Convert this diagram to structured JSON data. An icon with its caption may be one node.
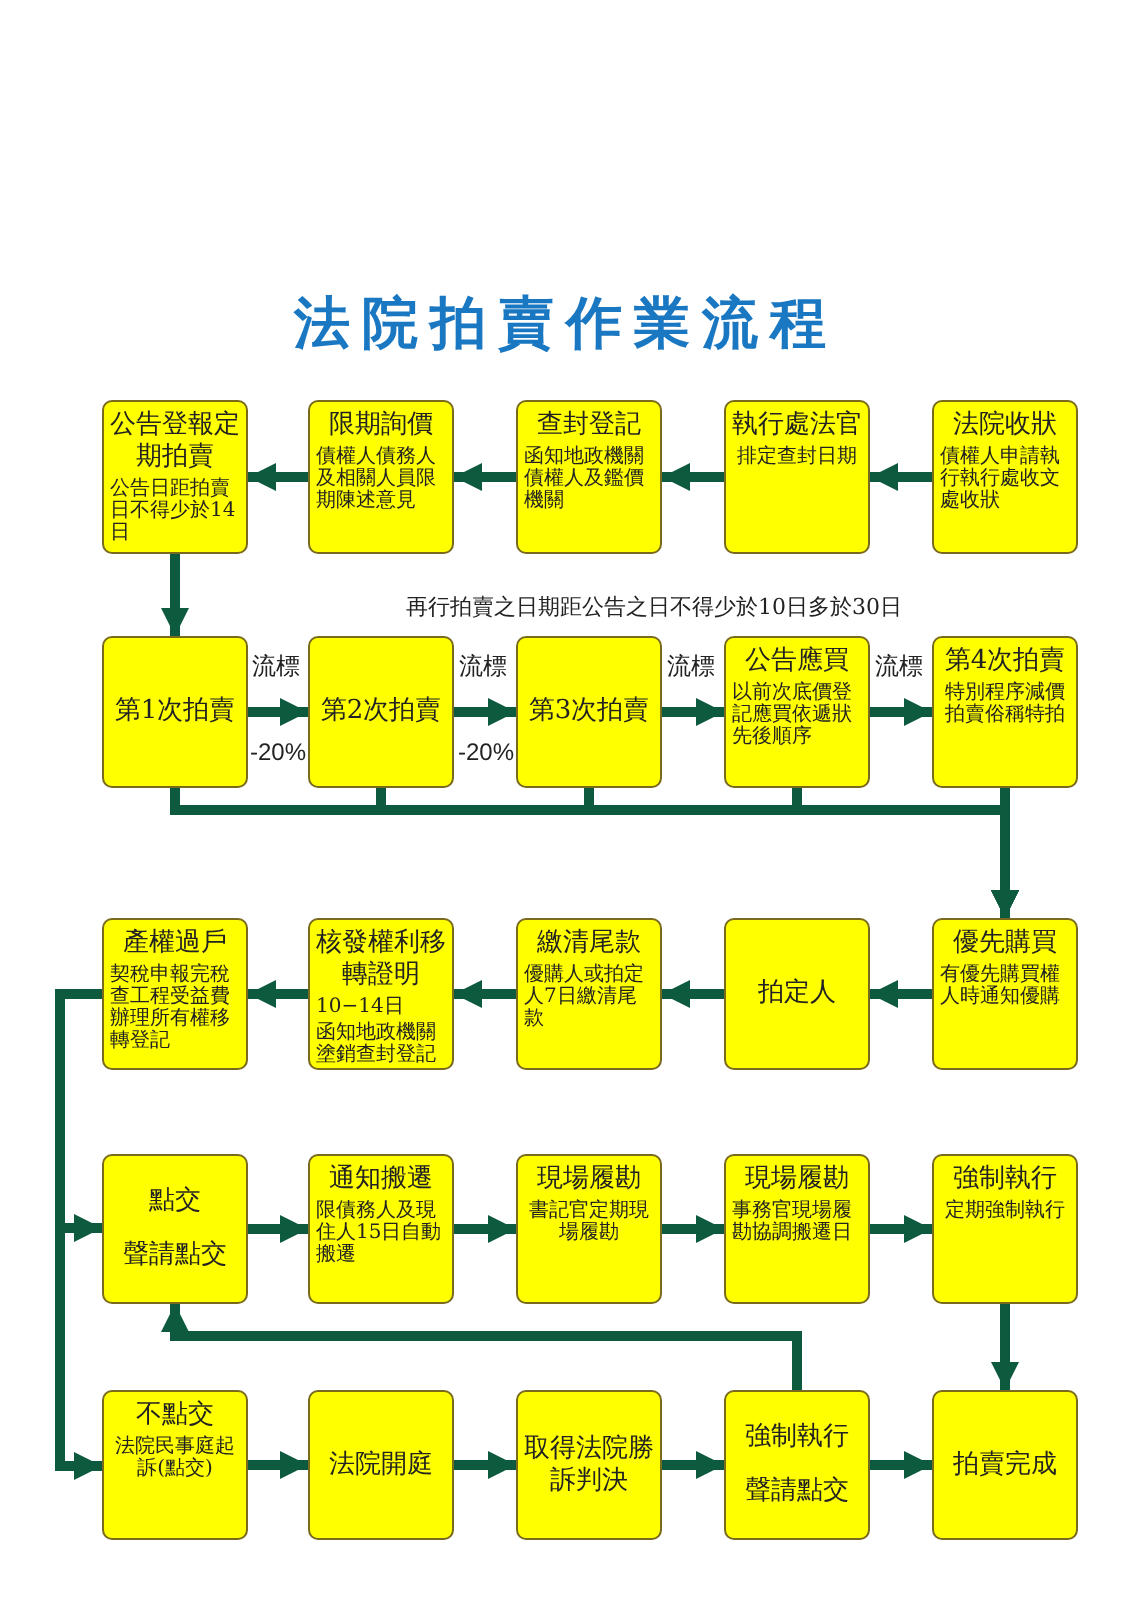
{
  "diagram": {
    "title": "法院拍賣作業流程",
    "nodes": [
      {
        "text": [
          "公告登報定期拍賣",
          "公告日距拍賣日不得少於14日"
        ]
      },
      {
        "text": [
          "限期詢價",
          "債權人債務人及相關人員限期陳述意見"
        ]
      },
      {
        "text": [
          "查封登記",
          "函知地政機關債權人及鑑價機關"
        ]
      },
      {
        "text": [
          "執行處法官",
          "排定查封日期"
        ]
      },
      {
        "text": [
          "法院收狀",
          "債權人申請執行執行處收文處收狀"
        ]
      },
      {
        "text": [
          "第1次拍賣"
        ]
      },
      {
        "text": [
          "第2次拍賣"
        ]
      },
      {
        "text": [
          "第3次拍賣"
        ]
      },
      {
        "text": [
          "公告應買",
          "以前次底價登記應買依遞狀先後順序"
        ]
      },
      {
        "text": [
          "第4次拍賣",
          "特別程序減價拍賣俗稱特拍"
        ]
      },
      {
        "text": [
          "產權過戶",
          "契稅申報完稅查工程受益費辦理所有權移轉登記"
        ]
      },
      {
        "text": [
          "核發權利移轉證明",
          "10−14日",
          "函知地政機關塗銷查封登記"
        ]
      },
      {
        "text": [
          "繳清尾款",
          "優購人或拍定人7日繳清尾款"
        ]
      },
      {
        "text": [
          "拍定人"
        ]
      },
      {
        "text": [
          "優先購買",
          "有優先購買權人時通知優購"
        ]
      },
      {
        "text": [
          "點交",
          "聲請點交"
        ]
      },
      {
        "text": [
          "通知搬遷",
          "限債務人及現住人15日自動搬遷"
        ]
      },
      {
        "text": [
          "現場履勘",
          "書記官定期現場履勘"
        ]
      },
      {
        "text": [
          "現場履勘",
          "事務官現場履勘協調搬遷日"
        ]
      },
      {
        "text": [
          "強制執行",
          "定期強制執行"
        ]
      },
      {
        "text": [
          "不點交",
          "法院民事庭起訴(點交)"
        ]
      },
      {
        "text": [
          "法院開庭"
        ]
      },
      {
        "text": [
          "取得法院勝訴判決"
        ]
      },
      {
        "text": [
          "強制執行",
          "聲請點交"
        ]
      },
      {
        "text": [
          "拍賣完成"
        ]
      }
    ],
    "edges": [
      {
        "from": 4,
        "to": 3,
        "arrow": "to"
      },
      {
        "from": 3,
        "to": 2,
        "arrow": "to"
      },
      {
        "from": 2,
        "to": 1,
        "arrow": "to"
      },
      {
        "from": 1,
        "to": 0,
        "arrow": "to"
      },
      {
        "from": 0,
        "to": 5,
        "arrow": "to"
      },
      {
        "from": 5,
        "to": 6,
        "arrow": "to",
        "label": "流標"
      },
      {
        "from": 6,
        "to": 7,
        "arrow": "to",
        "label": "流標"
      },
      {
        "from": 7,
        "to": 8,
        "arrow": "to",
        "label": "流標"
      },
      {
        "from": 8,
        "to": 9,
        "arrow": "to",
        "label": "流標"
      },
      {
        "from": 5,
        "to": 14,
        "arrow": "to"
      },
      {
        "from": 6,
        "to": 14,
        "arrow": "to"
      },
      {
        "from": 7,
        "to": 14,
        "arrow": "to"
      },
      {
        "from": 8,
        "to": 14,
        "arrow": "to"
      },
      {
        "from": 9,
        "to": 14,
        "arrow": "to"
      },
      {
        "from": 14,
        "to": 13,
        "arrow": "to"
      },
      {
        "from": 13,
        "to": 12,
        "arrow": "to"
      },
      {
        "from": 12,
        "to": 11,
        "arrow": "to"
      },
      {
        "from": 11,
        "to": 10,
        "arrow": "to"
      },
      {
        "from": 10,
        "to": 15,
        "arrow": "to"
      },
      {
        "from": 10,
        "to": 20,
        "arrow": "to"
      },
      {
        "from": 15,
        "to": 16,
        "arrow": "to"
      },
      {
        "from": 16,
        "to": 17,
        "arrow": "to"
      },
      {
        "from": 17,
        "to": 18,
        "arrow": "to"
      },
      {
        "from": 18,
        "to": 19,
        "arrow": "to"
      },
      {
        "from": 19,
        "to": 24,
        "arrow": "to"
      },
      {
        "from": 20,
        "to": 21,
        "arrow": "to"
      },
      {
        "from": 21,
        "to": 22,
        "arrow": "to"
      },
      {
        "from": 22,
        "to": 23,
        "arrow": "to"
      },
      {
        "from": 23,
        "to": 24,
        "arrow": "to"
      },
      {
        "from": 23,
        "to": 15,
        "arrow": "to"
      }
    ],
    "labels": [
      "再行拍賣之日期距公告之日不得少於10日多於30日",
      "-20%",
      "-20%"
    ]
  }
}
